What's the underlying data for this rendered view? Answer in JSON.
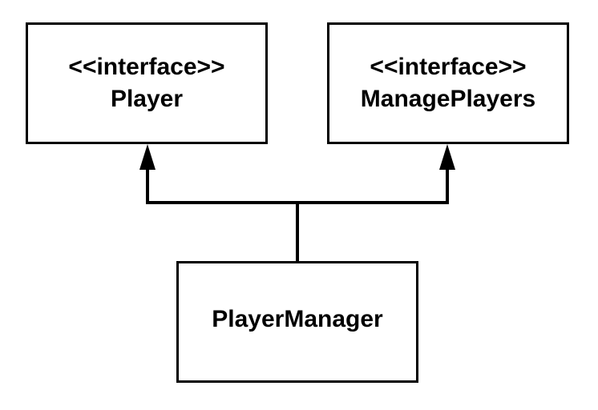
{
  "diagram": {
    "nodes": [
      {
        "id": "player",
        "stereotype": "<<interface>>",
        "name": "Player"
      },
      {
        "id": "manage_players",
        "stereotype": "<<interface>>",
        "name": "ManagePlayers"
      },
      {
        "id": "player_manager",
        "name": "PlayerManager"
      }
    ],
    "edges": [
      {
        "from": "player_manager",
        "to": "player",
        "type": "realization"
      },
      {
        "from": "player_manager",
        "to": "manage_players",
        "type": "realization"
      }
    ],
    "colors": {
      "stroke": "#000000",
      "fill": "#ffffff",
      "text": "#000000"
    }
  }
}
